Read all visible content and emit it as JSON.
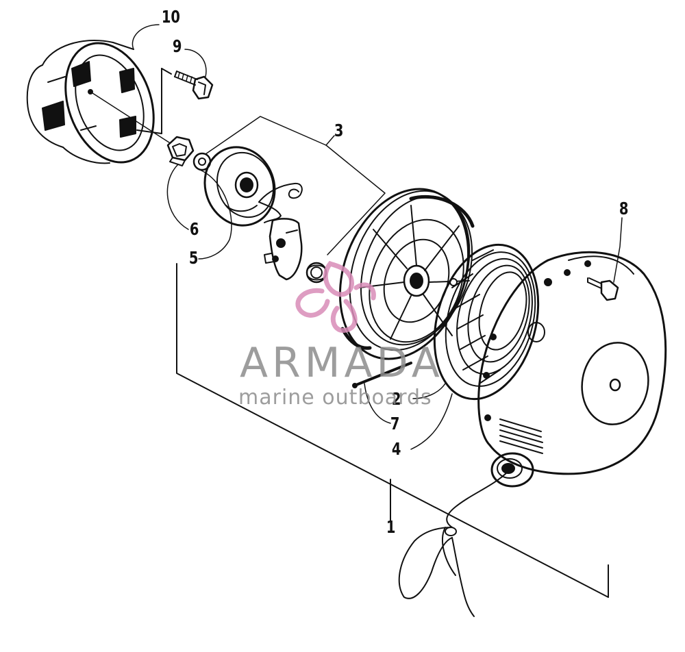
{
  "diagram": {
    "callouts": [
      {
        "id": "c10",
        "label": "10"
      },
      {
        "id": "c9",
        "label": "9"
      },
      {
        "id": "c3",
        "label": "3"
      },
      {
        "id": "c8",
        "label": "8"
      },
      {
        "id": "c6",
        "label": "6"
      },
      {
        "id": "c5",
        "label": "5"
      },
      {
        "id": "c2",
        "label": "2"
      },
      {
        "id": "c7",
        "label": "7"
      },
      {
        "id": "c4",
        "label": "4"
      },
      {
        "id": "c1",
        "label": "1"
      }
    ]
  },
  "watermark": {
    "brand": "ARMADA",
    "tagline": "marine outboards",
    "logo_color": "#d98cb8",
    "text_color": "#8c8c8c"
  },
  "colors": {
    "ink": "#111111",
    "paper": "#ffffff"
  }
}
